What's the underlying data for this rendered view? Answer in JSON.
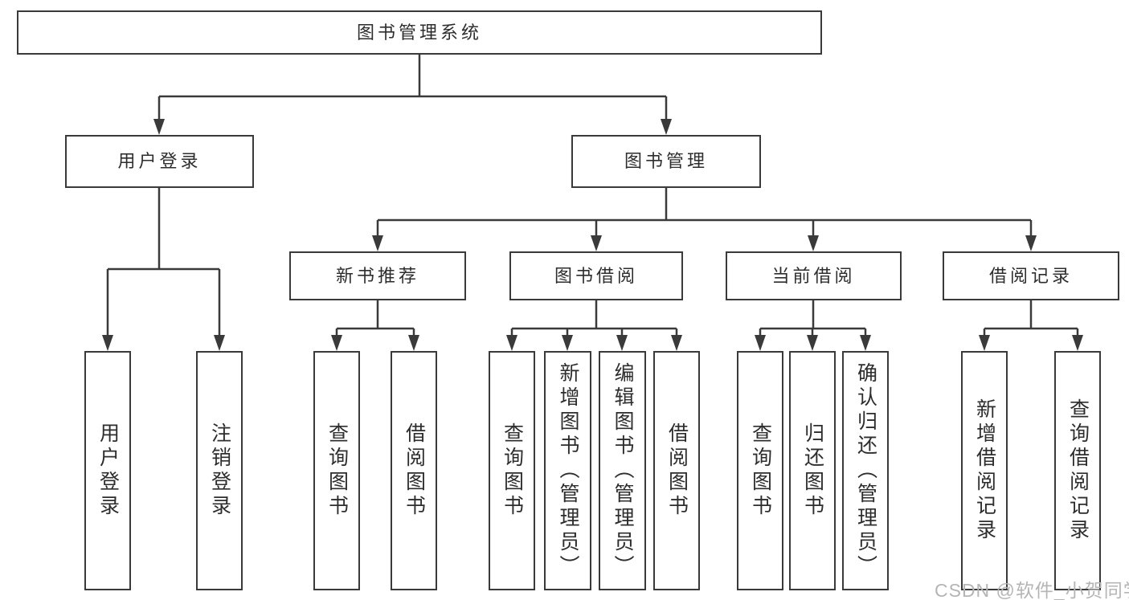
{
  "nodes": {
    "root": "图书管理系统",
    "l2": [
      {
        "label": "用户登录"
      },
      {
        "label": "图书管理"
      }
    ],
    "l3": [
      {
        "label": "新书推荐"
      },
      {
        "label": "图书借阅"
      },
      {
        "label": "当前借阅"
      },
      {
        "label": "借阅记录"
      }
    ],
    "leaves": {
      "user_login": [
        "用户登录",
        "注销登录"
      ],
      "new_book": [
        "查询图书",
        "借阅图书"
      ],
      "book_borrow": [
        "查询图书",
        "新增图书（管理员）",
        "编辑图书（管理员）",
        "借阅图书"
      ],
      "current_borrow": [
        "查询图书",
        "归还图书",
        "确认归还（管理员）"
      ],
      "borrow_record": [
        "新增借阅记录",
        "查询借阅记录"
      ]
    }
  },
  "watermark": "CSDN @软件_小贺同学",
  "colors": {
    "line": "#3a3a3a",
    "text": "#2d2d2d",
    "background": "#ffffff",
    "watermark": "#b5b5b5"
  }
}
